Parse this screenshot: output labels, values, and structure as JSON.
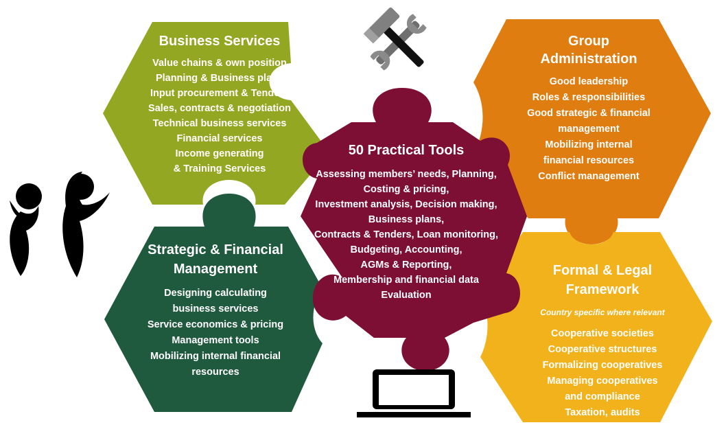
{
  "colors": {
    "business_services": "#93a722",
    "group_administration": "#e07d10",
    "strategic_financial": "#1f5a3e",
    "formal_legal": "#f2b21b",
    "practical_tools": "#7c0f33",
    "icons": "#000000"
  },
  "business_services": {
    "title": "Business Services",
    "items": [
      "Value chains & own position",
      "Planning & Business plans",
      "Input procurement & Tenders",
      "Sales, contracts & negotiation",
      "Technical business services",
      "Financial services",
      "Income generating",
      "& Training Services"
    ]
  },
  "group_administration": {
    "title_lines": [
      "Group",
      "Administration"
    ],
    "items": [
      "Good leadership",
      "Roles & responsibilities",
      "Good strategic & financial",
      "management",
      "Mobilizing internal",
      "financial resources",
      "Conflict management"
    ]
  },
  "practical_tools": {
    "title": "50 Practical Tools",
    "items": [
      "Assessing members’ needs, Planning,",
      "Costing & pricing,",
      "Investment analysis, Decision making,",
      "Business plans,",
      "Contracts & Tenders, Loan monitoring,",
      "Budgeting, Accounting,",
      "AGMs & Reporting,",
      "Membership and financial data",
      "Evaluation"
    ]
  },
  "strategic_financial": {
    "title_lines": [
      "Strategic & Financial",
      "Management"
    ],
    "items": [
      "Designing calculating",
      "business services",
      "Service economics & pricing",
      "Management tools",
      "Mobilizing internal financial",
      "resources"
    ]
  },
  "formal_legal": {
    "title_lines": [
      "Formal & Legal",
      "Framework"
    ],
    "subtitle": "Country specific where relevant",
    "items": [
      "Cooperative societies",
      "Cooperative structures",
      "Formalizing cooperatives",
      "Managing cooperatives",
      "and compliance",
      "Taxation, audits"
    ]
  },
  "icons": {
    "tools": "hammer-and-wrench-icon",
    "people": "two-people-icon",
    "laptop": "laptop-icon"
  }
}
